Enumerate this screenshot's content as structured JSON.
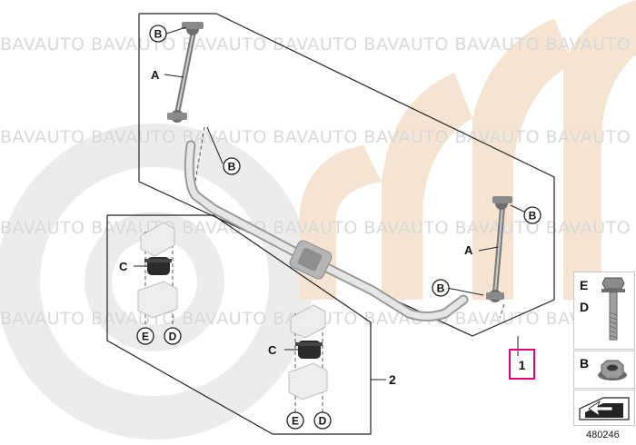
{
  "watermark": {
    "text": "BAVAUTO BAVAUTO BAVAUTO BAVAUTO BAVAUTO BAVAUTO BAVAUTO"
  },
  "colors": {
    "accent_box": "#e0007a",
    "watermark_tan": "#f6e4d3",
    "watermark_gray": "#ececec",
    "line": "#222222"
  },
  "diagram": {
    "labels": {
      "a_upper": "A",
      "a_right": "A",
      "b_top": "B",
      "b_mid": "B",
      "b_right_top": "B",
      "b_right_bottom": "B",
      "c_upper": "C",
      "c_lower": "C",
      "d_upper": "D",
      "d_lower": "D",
      "e_upper": "E",
      "e_lower": "E",
      "part_1": "1",
      "part_2": "2"
    }
  },
  "legend": {
    "e_key": "E",
    "d_key": "D",
    "b_key": "B",
    "image_number": "480246"
  }
}
